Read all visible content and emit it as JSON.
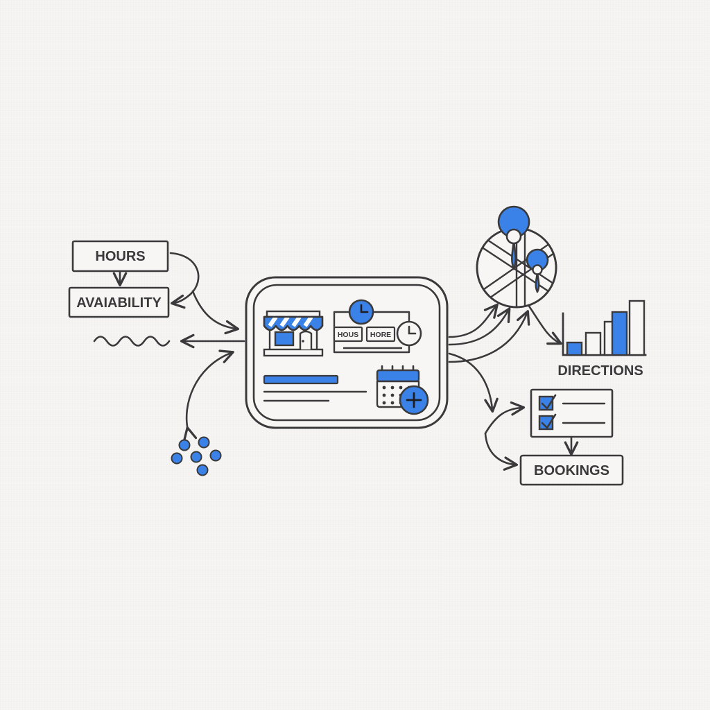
{
  "meta": {
    "title": "Local Business Hours, Directions and Bookings Flow",
    "background_color": "#f6f5f3",
    "ink_color": "#3a3a3c",
    "accent_color": "#3b82e8"
  },
  "left_cluster": {
    "hours_box": {
      "label": "HOURS"
    },
    "availability_box": {
      "label": "AVAIABILITY"
    },
    "squiggle": {
      "name": "wavy-line",
      "waves": 5
    },
    "dot_cluster": {
      "name": "dot-cluster",
      "count": 6,
      "color": "#3b82e8"
    }
  },
  "device": {
    "name": "tablet-frame",
    "storefront": {
      "name": "storefront-icon",
      "awning_stripes": 5,
      "awning_color": "#3b82e8",
      "window_color": "#3b82e8"
    },
    "hours_widget": {
      "clock_filled": {
        "name": "clock-filled-icon",
        "color": "#3b82e8"
      },
      "clock_outline": {
        "name": "clock-outline-icon"
      },
      "tags": [
        "HOUS",
        "HORE"
      ]
    },
    "calendar": {
      "name": "calendar-add-icon",
      "header_color": "#3b82e8",
      "rings": 4,
      "dot_rows": 3,
      "dot_cols": 4,
      "badge": "plus"
    },
    "text_lines": {
      "highlight_bar_color": "#3b82e8",
      "line_count": 2
    }
  },
  "right_cluster": {
    "map": {
      "name": "map-pins-icon",
      "pins": 2,
      "pin_color": "#3b82e8"
    },
    "directions_chart": {
      "label": "DIRECTIONS",
      "bars": [
        {
          "height": 18,
          "filled": true
        },
        {
          "height": 32,
          "filled": false
        },
        {
          "height": 48,
          "filled": false
        },
        {
          "height": 62,
          "filled": true
        },
        {
          "height": 78,
          "filled": false
        }
      ],
      "fill_color": "#3b82e8"
    },
    "checklist": {
      "name": "checklist-card",
      "items": 2,
      "check_color": "#3b82e8"
    },
    "bookings_box": {
      "label": "BOOKINGS"
    }
  }
}
